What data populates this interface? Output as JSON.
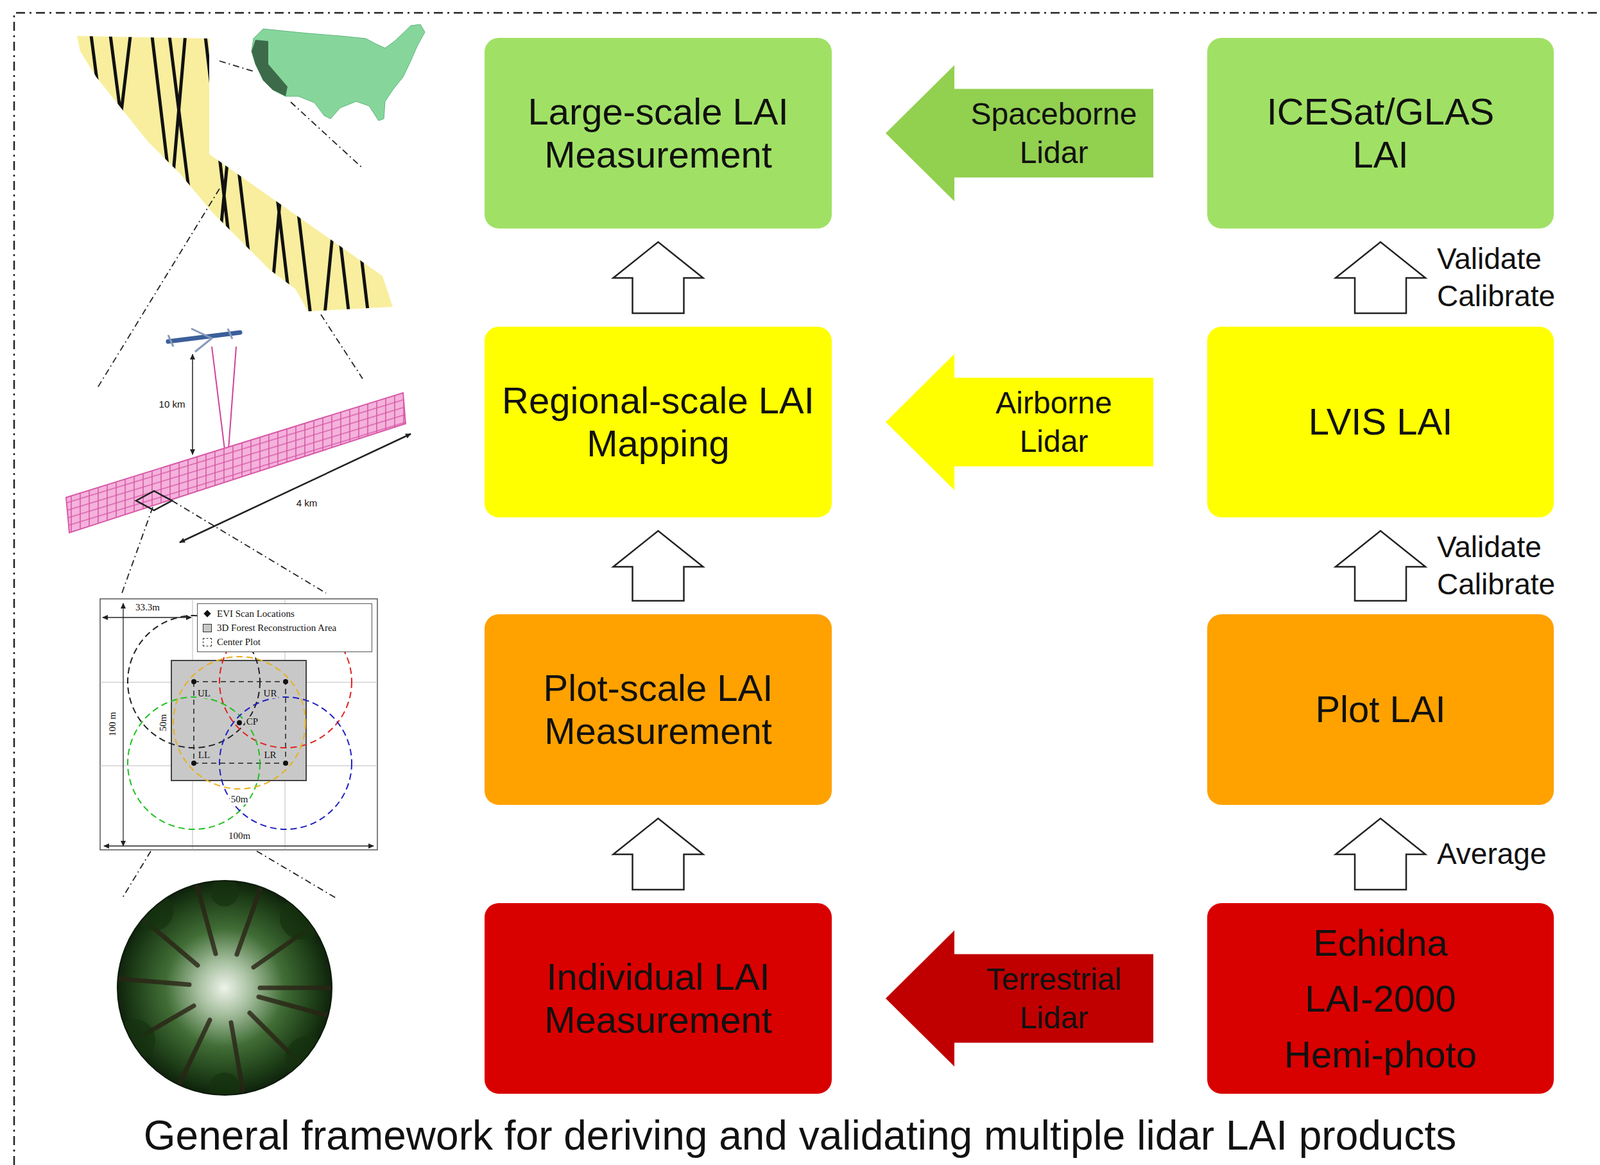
{
  "diagram": {
    "caption": "General framework for deriving and validating multiple lidar LAI products",
    "nodes": [
      {
        "text": [
          "Large-scale LAI Measurement"
        ]
      },
      {
        "text": [
          "ICESat/GLAS LAI"
        ]
      },
      {
        "text": [
          "Regional-scale LAI Mapping"
        ]
      },
      {
        "text": [
          "LVIS LAI"
        ]
      },
      {
        "text": [
          "Plot-scale LAI Measurement"
        ]
      },
      {
        "text": [
          "Plot LAI"
        ]
      },
      {
        "text": [
          "Individual LAI Measurement"
        ]
      },
      {
        "text": [
          "Echidna",
          "LAI-2000",
          "Hemi-photo"
        ]
      }
    ],
    "edges": [
      {
        "from": 1,
        "to": 0,
        "arrow": "to",
        "label": "Spaceborne Lidar"
      },
      {
        "from": 3,
        "to": 2,
        "arrow": "to",
        "label": "Airborne Lidar"
      },
      {
        "from": 7,
        "to": 6,
        "arrow": "to",
        "label": "Terrestrial Lidar"
      },
      {
        "from": 6,
        "to": 4,
        "arrow": "to"
      },
      {
        "from": 4,
        "to": 2,
        "arrow": "to"
      },
      {
        "from": 2,
        "to": 0,
        "arrow": "to"
      },
      {
        "from": 7,
        "to": 5,
        "arrow": "to",
        "label": "Average"
      },
      {
        "from": 5,
        "to": 3,
        "arrow": "to",
        "label": "Validate Calibrate"
      },
      {
        "from": 3,
        "to": 1,
        "arrow": "to",
        "label": "Validate Calibrate"
      }
    ],
    "labels": [
      "10 km",
      "4 km",
      "33.3m",
      "100 m",
      "50m",
      "UL",
      "UR",
      "CP",
      "LL",
      "LR",
      "50m",
      "100m"
    ],
    "legend": [
      {
        "text": "EVI Scan Locations"
      },
      {
        "text": "3D Forest Reconstruction Area",
        "color": "#c8c8c8"
      },
      {
        "text": "Center Plot"
      }
    ]
  }
}
